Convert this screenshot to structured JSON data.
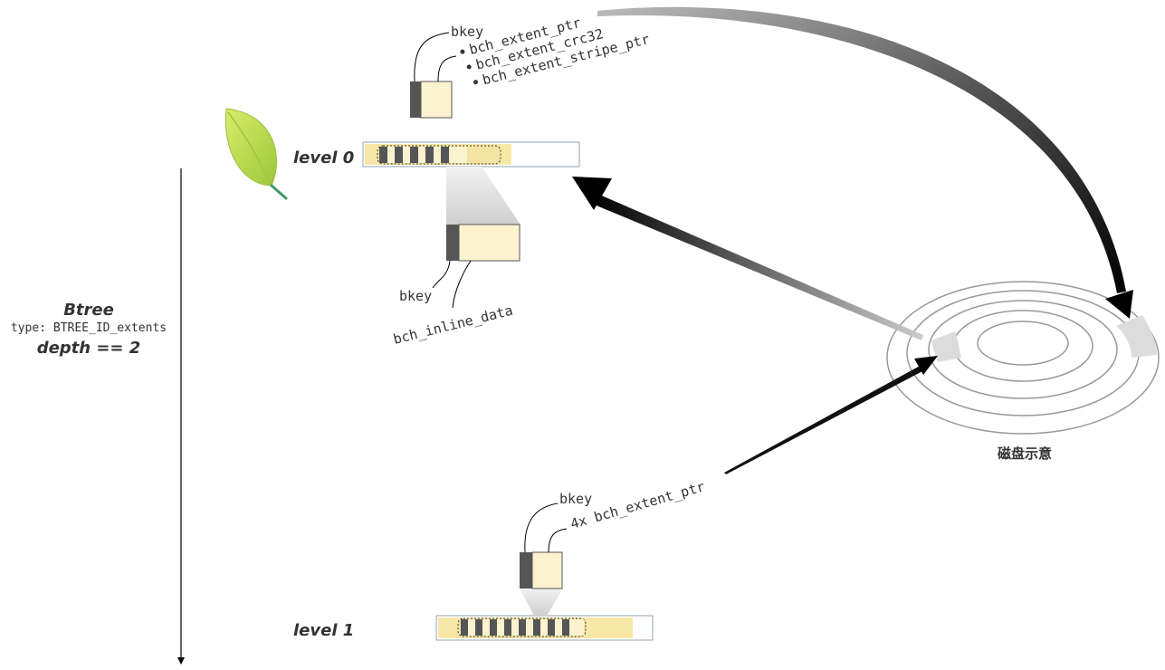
{
  "btree": {
    "title": "Btree",
    "type_line": "type: BTREE_ID_extents",
    "depth_line": "depth == 2"
  },
  "levels": {
    "level0": "level 0",
    "level1": "level 1"
  },
  "level0_top_key": {
    "bkey": "bkey",
    "items": [
      "bch_extent_ptr",
      "bch_extent_crc32",
      "bch_extent_stripe_ptr"
    ]
  },
  "level0_bottom_key": {
    "bkey": "bkey",
    "data": "bch_inline_data"
  },
  "level1_key": {
    "bkey": "bkey",
    "data": "4x bch_extent_ptr"
  },
  "disk": {
    "label": "磁盘示意"
  },
  "icons": {
    "leaf": "leaf-icon"
  },
  "colors": {
    "key_fill": "#fbf3cf",
    "key_dark": "#555555",
    "node_fill": "#f6e7a6",
    "leaf_light": "#c7e05a",
    "leaf_dark": "#3f9a68"
  }
}
